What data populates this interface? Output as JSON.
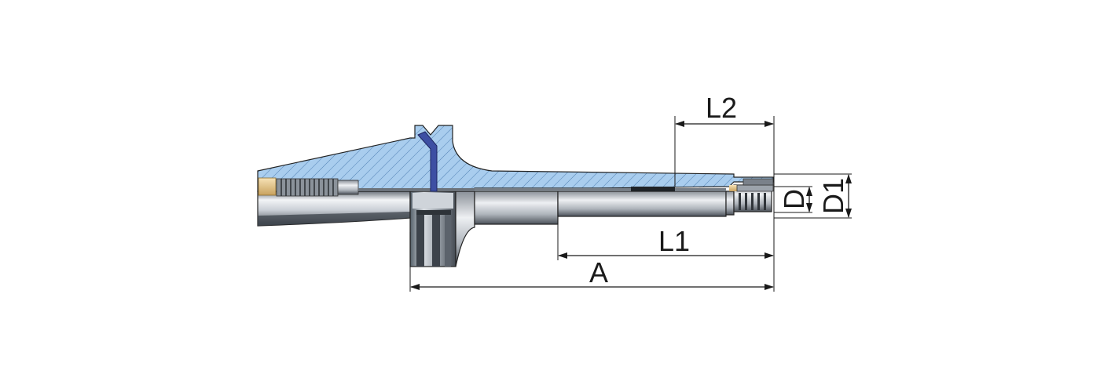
{
  "labels": {
    "L2": "L2",
    "L1": "L1",
    "A": "A",
    "D": "D",
    "D1": "D1"
  },
  "colors": {
    "section_blue": "#a9cdee",
    "hatch": "#4f7fb3",
    "steel_light": "#e3e7ec",
    "steel_dark": "#4f565f",
    "brass": "#e8c98d",
    "key_blue": "#3d4fa3"
  }
}
